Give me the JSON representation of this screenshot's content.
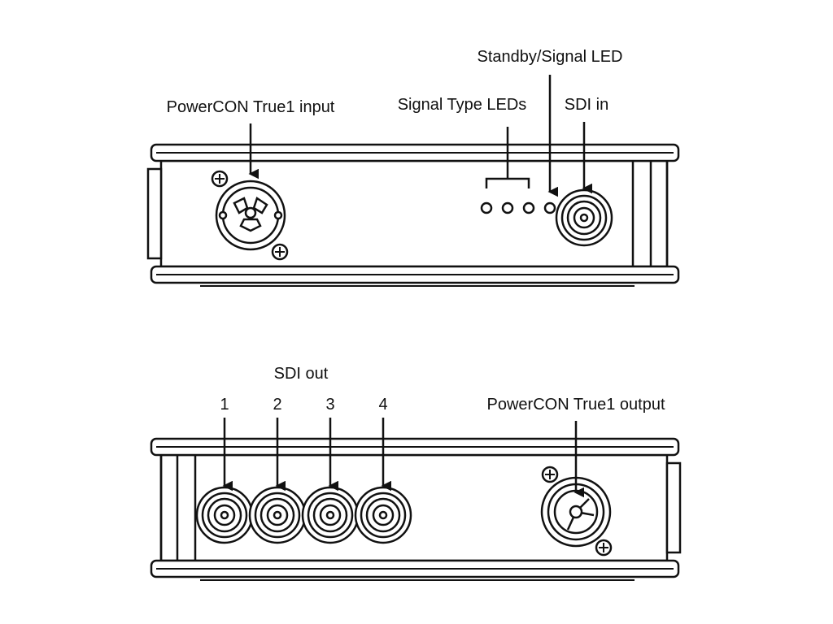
{
  "front_panel": {
    "labels": {
      "power_input": "PowerCON True1 input",
      "signal_type_leds": "Signal Type LEDs",
      "standby_signal_led": "Standby/Signal LED",
      "sdi_in": "SDI in"
    }
  },
  "rear_panel": {
    "labels": {
      "sdi_out": "SDI out",
      "power_output": "PowerCON True1 output"
    },
    "sdi_out_ports": [
      "1",
      "2",
      "3",
      "4"
    ]
  }
}
